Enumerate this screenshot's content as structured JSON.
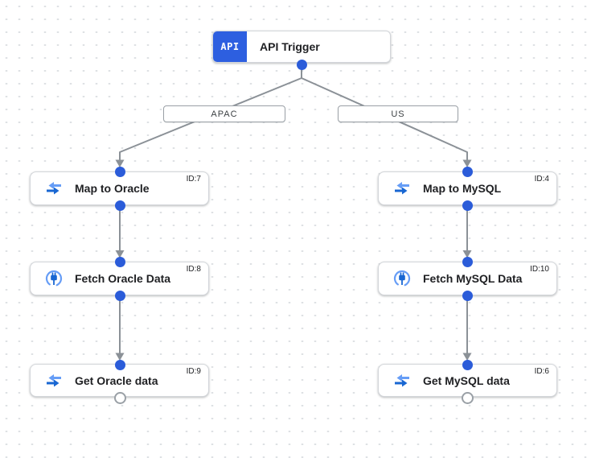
{
  "diagram": {
    "trigger": {
      "badge": "API",
      "label": "API Trigger"
    },
    "branch_labels": [
      {
        "label": "APAC"
      },
      {
        "label": "US"
      }
    ],
    "nodes": [
      {
        "label": "Map to Oracle",
        "id": "ID:7",
        "icon": "data-mapping-icon"
      },
      {
        "label": "Fetch Oracle Data",
        "id": "ID:8",
        "icon": "connector-icon"
      },
      {
        "label": "Get Oracle data",
        "id": "ID:9",
        "icon": "data-mapping-icon"
      },
      {
        "label": "Map to MySQL",
        "id": "ID:4",
        "icon": "data-mapping-icon"
      },
      {
        "label": "Fetch MySQL Data",
        "id": "ID:10",
        "icon": "connector-icon"
      },
      {
        "label": "Get MySQL data",
        "id": "ID:6",
        "icon": "data-mapping-icon"
      }
    ],
    "colors": {
      "accent_blue": "#2b5cd9",
      "badge_blue": "#2d5fe0",
      "edge_gray": "#8b9197",
      "icon_blue_dark": "#1967d2",
      "icon_blue_light": "#669df6",
      "grid_dot": "#dadde1"
    }
  }
}
